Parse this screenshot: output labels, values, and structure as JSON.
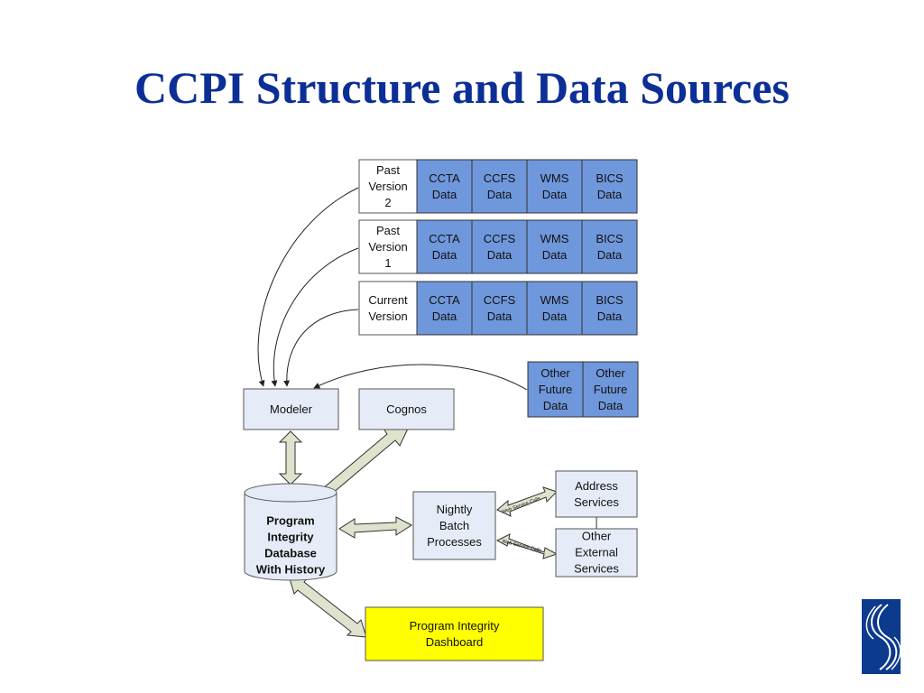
{
  "title": "CCPI Structure and Data Sources",
  "colors": {
    "title": "#0c2f96",
    "data_cell": "#6f97db",
    "node": "#e6ecf7",
    "dashboard": "#ffff00",
    "arrow": "#dde3cc"
  },
  "versions": [
    {
      "label": [
        "Past",
        "Version",
        "2"
      ],
      "cells": [
        [
          "CCTA",
          "Data"
        ],
        [
          "CCFS",
          "Data"
        ],
        [
          "WMS",
          "Data"
        ],
        [
          "BICS",
          "Data"
        ]
      ]
    },
    {
      "label": [
        "Past",
        "Version",
        "1"
      ],
      "cells": [
        [
          "CCTA",
          "Data"
        ],
        [
          "CCFS",
          "Data"
        ],
        [
          "WMS",
          "Data"
        ],
        [
          "BICS",
          "Data"
        ]
      ]
    },
    {
      "label": [
        "Current",
        "Version"
      ],
      "cells": [
        [
          "CCTA",
          "Data"
        ],
        [
          "CCFS",
          "Data"
        ],
        [
          "WMS",
          "Data"
        ],
        [
          "BICS",
          "Data"
        ]
      ]
    }
  ],
  "future": [
    [
      "Other",
      "Future",
      "Data"
    ],
    [
      "Other",
      "Future",
      "Data"
    ]
  ],
  "modeler": "Modeler",
  "cognos": "Cognos",
  "database": [
    "Program",
    "Integrity",
    "Database",
    "With History"
  ],
  "batch": [
    "Nightly",
    "Batch",
    "Processes"
  ],
  "address": [
    "Address",
    "Services"
  ],
  "external": [
    "Other",
    "External",
    "Services"
  ],
  "web_service_calls": "Web Service Calls",
  "dashboard": [
    "Program Integrity",
    "Dashboard"
  ],
  "logo": "logo-icon"
}
